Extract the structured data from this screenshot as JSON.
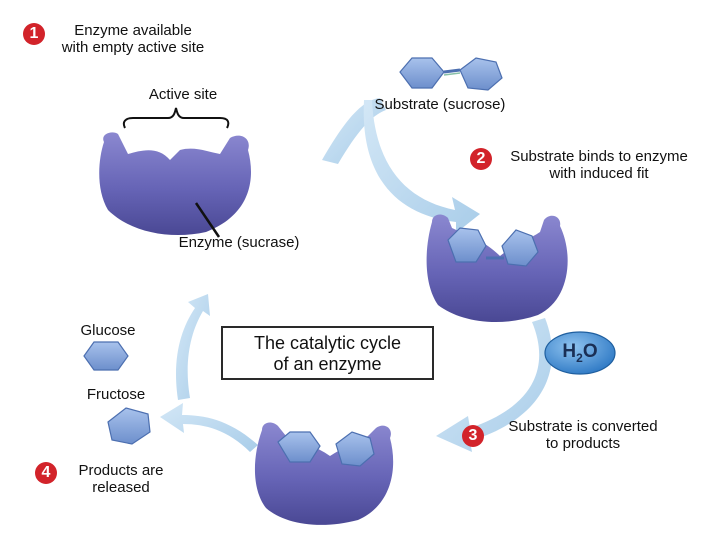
{
  "steps": [
    {
      "number": "1",
      "line1": "Enzyme available",
      "line2": "with empty active site"
    },
    {
      "number": "2",
      "line1": "Substrate binds to enzyme",
      "line2": "with induced fit"
    },
    {
      "number": "3",
      "line1": "Substrate is converted",
      "line2": "to products"
    },
    {
      "number": "4",
      "line1": "Products are",
      "line2": "released"
    }
  ],
  "labels": {
    "active_site": "Active site",
    "substrate": "Substrate (sucrose)",
    "enzyme": "Enzyme (sucrase)",
    "glucose": "Glucose",
    "fructose": "Fructose",
    "water": "H",
    "water_sub": "2",
    "water_tail": "O"
  },
  "title": {
    "line1": "The catalytic cycle",
    "line2": "of an enzyme"
  },
  "colors": {
    "badge": "#d2232a",
    "enzyme": "#6a68b8",
    "substrate": "#86a6dc",
    "arrow": "#b9d7ee",
    "water": "#2e7cc8"
  }
}
